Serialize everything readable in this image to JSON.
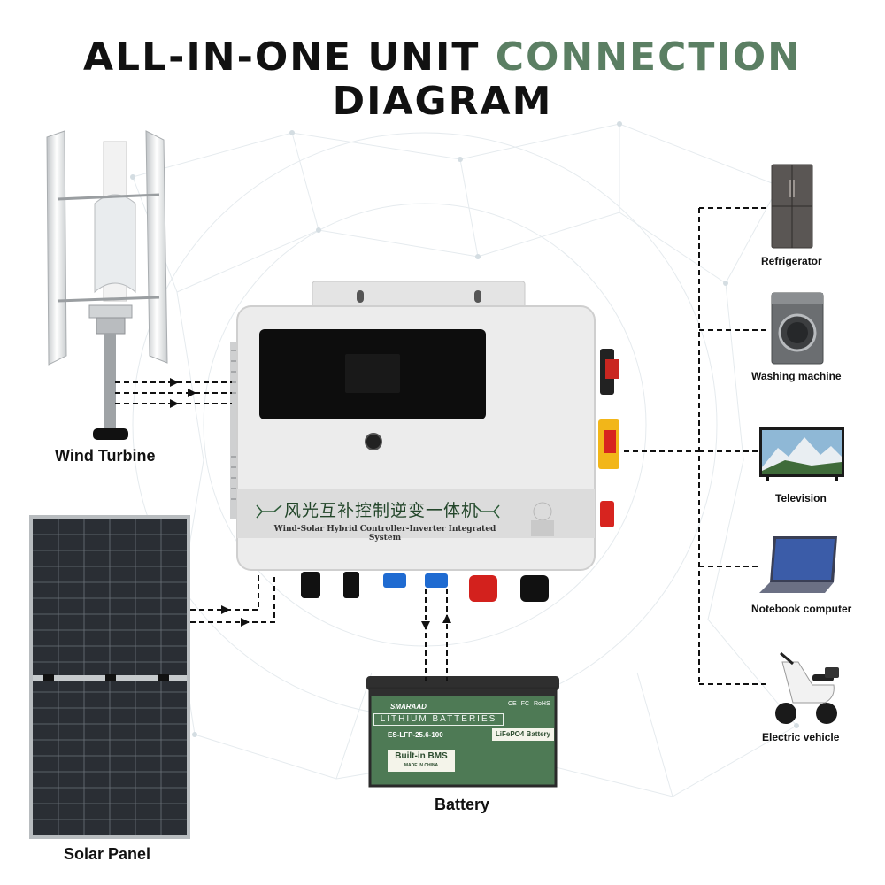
{
  "title": {
    "part1": "ALL-IN-ONE UNIT ",
    "part2": "CONNECTION",
    "line2": "DIAGRAM"
  },
  "components": {
    "wind_turbine": "Wind Turbine",
    "solar_panel": "Solar Panel",
    "battery": "Battery"
  },
  "inverter": {
    "name_cn": "风光互补控制逆变一体机",
    "name_en": "Wind-Solar Hybrid Controller-Inverter Integrated System"
  },
  "battery_label": {
    "brand": "SMARAAD",
    "header": "LITHIUM BATTERIES",
    "model": "ES-LFP-25.6-100",
    "type": "LiFePO4 Battery",
    "bms": "Built-in BMS",
    "origin": "MADE IN CHINA",
    "certs": [
      "CE",
      "FC",
      "RoHS"
    ]
  },
  "loads": [
    {
      "label": "Refrigerator",
      "icon": "refrigerator-icon"
    },
    {
      "label": "Washing machine",
      "icon": "washing-machine-icon"
    },
    {
      "label": "Television",
      "icon": "television-icon"
    },
    {
      "label": "Notebook computer",
      "icon": "laptop-icon"
    },
    {
      "label": "Electric vehicle",
      "icon": "electric-scooter-icon"
    }
  ],
  "colors": {
    "accent": "#5b7f63",
    "title": "#111111",
    "battery_green": "#4e7a55",
    "inverter_body": "#eaeaea",
    "switch_red": "#d7241f",
    "switch_yellow": "#f2b619"
  }
}
